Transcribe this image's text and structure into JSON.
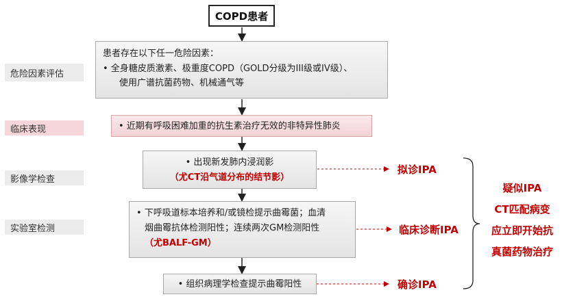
{
  "top_box": "COPD患者",
  "left_labels": {
    "risk": "危险因素评估",
    "clinical": "临床表现",
    "imaging": "影像学检查",
    "lab": "实验室检测"
  },
  "risk_box": {
    "intro": "患者存在以下任一危险因素：",
    "line1": "• 全身糖皮质激素、极重度COPD（GOLD分级为III级或IV级）、",
    "line2": "使用广谱抗菌药物、机械通气等"
  },
  "clinical_box": "• 近期有呼吸困难加重的抗生素治疗无效的非特异性肺炎",
  "imaging_box": {
    "line1": "• 出现新发肺内浸润影",
    "line2": "（尤CT沿气道分布的结节影）"
  },
  "lab_box": {
    "line1": "• 下呼吸道标本培养和/或镜检提示曲霉菌；血清",
    "line2": "烟曲霉抗体检测阳性；连续两次GM检测阳性",
    "line3": "（尤BALF-GM）"
  },
  "pathology_box": "• 组织病理学检查提示曲霉阳性",
  "results": {
    "proposed": "拟诊IPA",
    "clinical": "临床诊断IPA",
    "confirmed": "确诊IPA"
  },
  "right_note": {
    "line1": "疑似IPA",
    "line2": "CT匹配病变",
    "line3": "应立即开始抗",
    "line4": "真菌药物治疗"
  },
  "colors": {
    "accent_red": "#c00000",
    "pink_fill": "#f6d6d8",
    "gray_fill": "#ececec"
  }
}
